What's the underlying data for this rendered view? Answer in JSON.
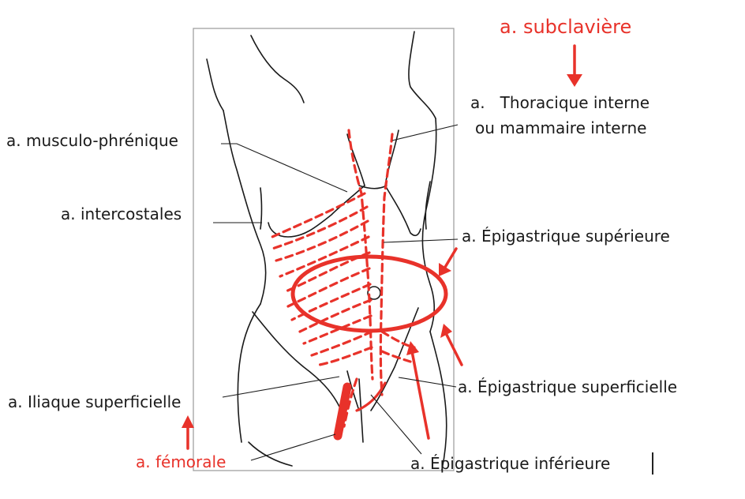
{
  "labels": {
    "subclaviere": "a. subclavière",
    "thoracique_line1": "a.   Thoracique interne",
    "thoracique_line2": "ou mammaire interne",
    "musculo": "a. musculo-phrénique",
    "intercostales": "a. intercostales",
    "epi_sup": "a. Épigastrique supérieure",
    "epi_superficielle": "a. Épigastrique superficielle",
    "iliaque": "a. Iliaque superficielle",
    "femorale": "a. fémorale",
    "epi_inf": "a. Épigastrique inférieure"
  },
  "colors": {
    "artery_red": "#e8322a",
    "label_red": "#e8322a",
    "outline": "#1a1a1a",
    "frame": "#9a9a9a"
  }
}
